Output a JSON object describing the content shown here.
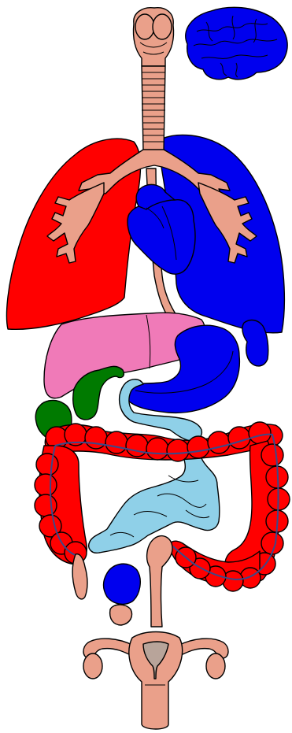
{
  "diagram": {
    "organs": [
      {
        "key": "brain",
        "color": "#0000ee"
      },
      {
        "key": "trachea",
        "color": "#eaa08a"
      },
      {
        "key": "lung-right",
        "color": "#ff0000"
      },
      {
        "key": "lung-left",
        "color": "#0000ee"
      },
      {
        "key": "heart",
        "color": "#0000ee"
      },
      {
        "key": "liver",
        "color": "#f07ab8"
      },
      {
        "key": "gallbladder",
        "color": "#007a00"
      },
      {
        "key": "stomach",
        "color": "#0000ee"
      },
      {
        "key": "spleen",
        "color": "#0000ee"
      },
      {
        "key": "pancreas",
        "color": "#8fd0e8"
      },
      {
        "key": "large-intestine",
        "color": "#ff0000"
      },
      {
        "key": "small-intestine",
        "color": "#8fd0e8"
      },
      {
        "key": "appendix",
        "color": "#eaa08a"
      },
      {
        "key": "bladder",
        "color": "#0000ee"
      },
      {
        "key": "reproductive",
        "color": "#eaa08a"
      }
    ]
  }
}
